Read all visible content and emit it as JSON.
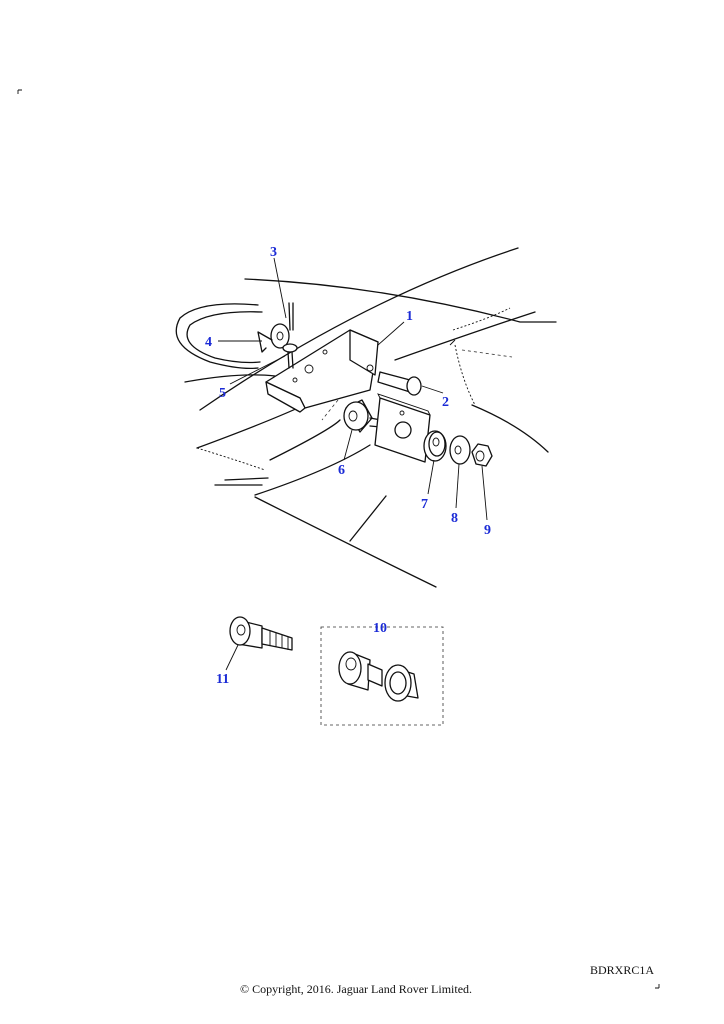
{
  "callouts": [
    "1",
    "2",
    "3",
    "4",
    "5",
    "6",
    "7",
    "8",
    "9",
    "10",
    "11"
  ],
  "drawing_ref": "BDRXRC1A",
  "copyright": "© Copyright, 2016. Jaguar Land Rover Limited."
}
